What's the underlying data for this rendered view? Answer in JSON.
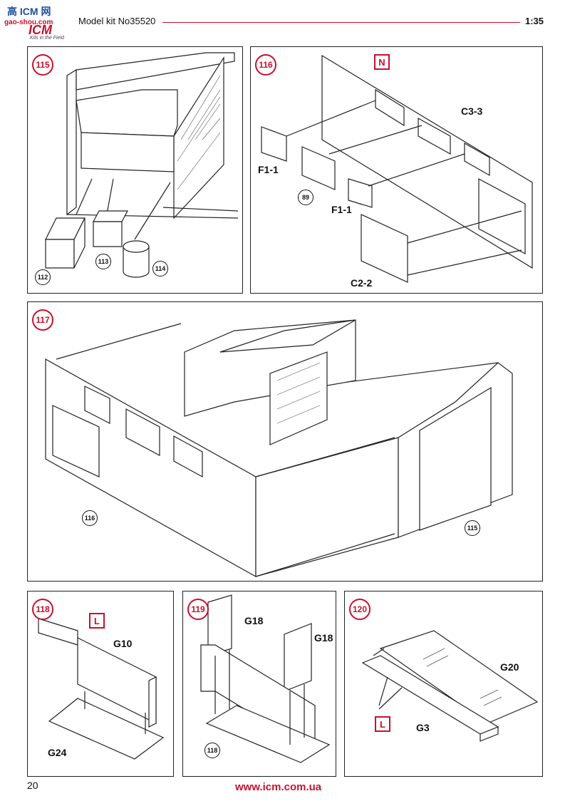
{
  "header": {
    "logo_top": "高 ICM 网",
    "logo_url": "gao-shou.com",
    "logo_brand": "ICM",
    "logo_tagline": "Kits in the Field",
    "title": "Model kit No35520",
    "scale": "1:35"
  },
  "footer": {
    "page_number": "20",
    "website": "www.icm.com.ua"
  },
  "steps": {
    "s115": {
      "num": "115",
      "refs": [
        "112",
        "113",
        "114"
      ]
    },
    "s116": {
      "num": "116",
      "tag": "N",
      "labels": [
        "C3-3",
        "F1-1",
        "F1-1",
        "C2-2"
      ],
      "ref": "89"
    },
    "s117": {
      "num": "117",
      "refs": [
        "116",
        "115"
      ]
    },
    "s118": {
      "num": "118",
      "tag": "L",
      "labels": [
        "G10",
        "G24"
      ]
    },
    "s119": {
      "num": "119",
      "labels": [
        "G18",
        "G18"
      ],
      "ref": "118"
    },
    "s120": {
      "num": "120",
      "tag": "L",
      "labels": [
        "G20",
        "G3"
      ]
    }
  },
  "colors": {
    "accent": "#c8102e",
    "line": "#222222"
  }
}
